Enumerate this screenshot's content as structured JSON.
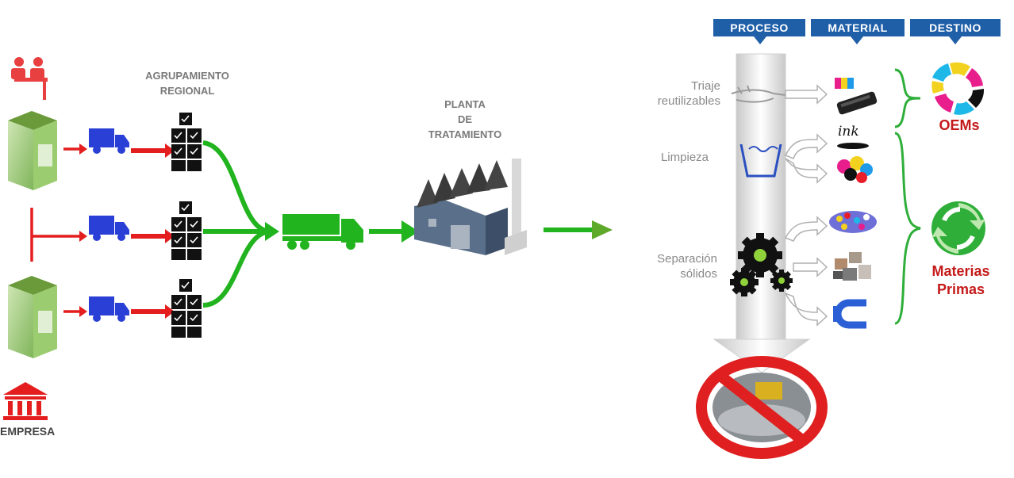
{
  "headers": {
    "proceso": "PROCESO",
    "material": "MATERIAL",
    "destino": "DESTINO"
  },
  "labels": {
    "agrupamiento_line1": "AGRUPAMIENTO",
    "agrupamiento_line2": "REGIONAL",
    "planta_line1": "PLANTA",
    "planta_line2": "DE",
    "planta_line3": "TRATAMIENTO",
    "empresa": "EMPRESA"
  },
  "process_steps": {
    "triaje_line1": "Triaje",
    "triaje_line2": "reutilizables",
    "limpieza": "Limpieza",
    "separacion_line1": "Separación",
    "separacion_line2": "sólidos"
  },
  "materials": {
    "ink_text": "ink"
  },
  "destinations": {
    "oems": "OEMs",
    "materias_line1": "Materias",
    "materias_line2": "Primas"
  },
  "colors": {
    "flow_red": "#e41e1e",
    "flow_green": "#22b41e",
    "truck_blue": "#2a3fd6",
    "header_blue": "#1f5fa8",
    "destination_red": "#c41a1a",
    "bracket_green": "#2fae3a"
  },
  "icons": {
    "people": "people-at-desk-icon",
    "empresa": "bank-building-icon",
    "boxes": "recycling-box-icon",
    "pallet": "pallet-checklist-icon",
    "truck_small": "delivery-truck-icon",
    "truck_large": "large-truck-icon",
    "factory": "factory-icon",
    "hand": "hand-icon",
    "wash": "wash-basin-icon",
    "gears": "gears-icon",
    "recycle": "recycle-symbol-icon",
    "landfill": "no-landfill-icon"
  }
}
